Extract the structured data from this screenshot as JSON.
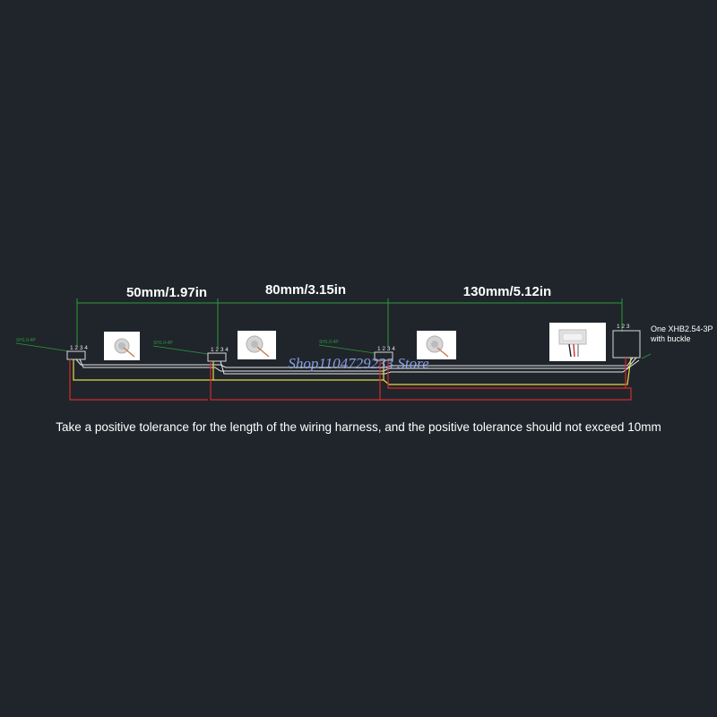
{
  "dimensions": [
    {
      "label": "50mm/1.97in"
    },
    {
      "label": "80mm/3.15in"
    },
    {
      "label": "130mm/5.12in"
    }
  ],
  "connectors": [
    {
      "tag": "SH1.0-4P",
      "pins": "1 2 3 4"
    },
    {
      "tag": "SH1.0-4P",
      "pins": "1 2 3 4"
    },
    {
      "tag": "SH1.0-4P",
      "pins": "1 2 3 4"
    }
  ],
  "end_connector": {
    "pins": "1 2 3",
    "spec_line1": "One XHB2.54-3P",
    "spec_line2": "with buckle"
  },
  "note": "Take a positive tolerance for the length of the wiring harness, and the positive tolerance should not exceed 10mm",
  "watermark": "Shop1104729233 Store",
  "colors": {
    "background": "#1f252b",
    "dimension_line": "#2f9a3a",
    "wire_red": "#d42a2a",
    "wire_yellow": "#e4d84a",
    "wire_white": "#e8e8e8",
    "connector_outline": "#d8d8d8"
  },
  "icons": [
    "connector-photo-small",
    "connector-photo-small",
    "connector-photo-small",
    "connector-photo-large"
  ]
}
